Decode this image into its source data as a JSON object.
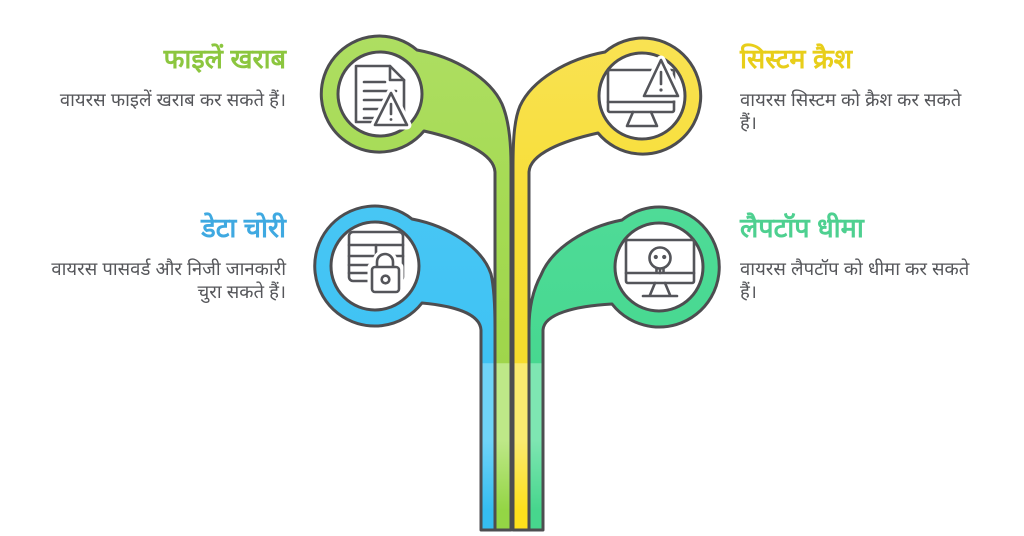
{
  "diagram_title": "virus-effects-sprout-infographic",
  "sections": [
    {
      "id": "files",
      "title": "फाइलें खराब",
      "desc": "वायरस फाइलें खराब कर सकते हैं।",
      "icon": "file-warning-icon",
      "leaf_color": "#a4da52",
      "title_color": "#8cc63f",
      "position": "top-left"
    },
    {
      "id": "crash",
      "title": "सिस्टम क्रैश",
      "desc": "वायरस सिस्टम को क्रैश कर सकते हैं।",
      "icon": "monitor-warning-icon",
      "leaf_color": "#f7de33",
      "title_color": "#e8ce1a",
      "position": "top-right"
    },
    {
      "id": "theft",
      "title": "डेटा चोरी",
      "desc": "वायरस पासवर्ड और निजी जानकारी चुरा सकते हैं।",
      "icon": "table-lock-icon",
      "leaf_color": "#45c5f4",
      "title_color": "#3fa9e1",
      "position": "middle-left"
    },
    {
      "id": "slow",
      "title": "लैपटॉप धीमा",
      "desc": "वायरस लैपटॉप को धीमा कर सकते हैं।",
      "icon": "monitor-skull-icon",
      "leaf_color": "#4cda95",
      "title_color": "#4ed090",
      "position": "middle-right"
    }
  ],
  "palette": {
    "background": "#ffffff",
    "outline": "#4d4d50",
    "icon_stroke": "#54555a",
    "desc_text": "#55565a",
    "stem_green_light": "#bee888",
    "stem_yellow_light": "#faea70",
    "stem_blue_light": "#6fd4f8",
    "stem_emerald_light": "#7ee6b2"
  }
}
